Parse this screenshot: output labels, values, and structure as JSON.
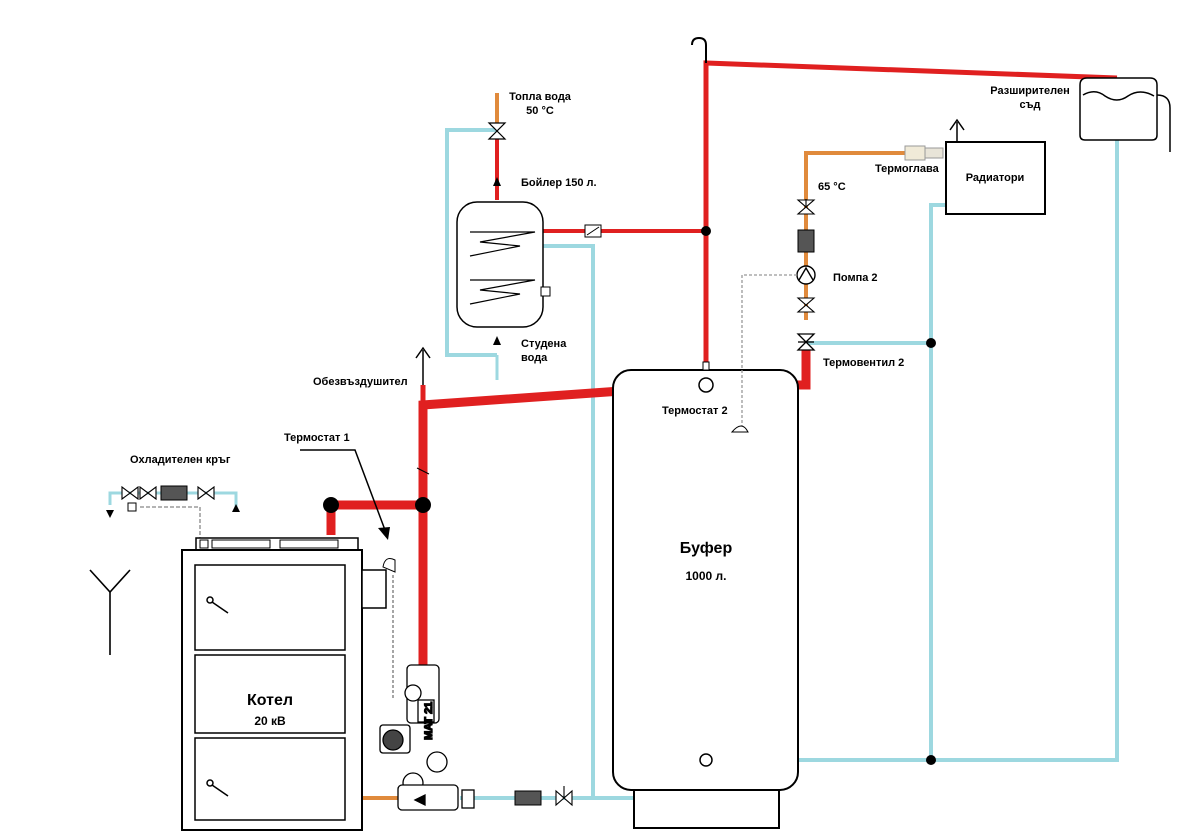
{
  "labels": {
    "hot_water": "Топла вода",
    "hot_water_temp": "50 °C",
    "boiler": "Бойлер 150 л.",
    "cold_water_1": "Студена",
    "cold_water_2": "вода",
    "air_vent": "Обезвъздушител",
    "thermostat1": "Термостат 1",
    "cooling_circuit": "Охладителен кръг",
    "thermostat2": "Термостат 2",
    "buffer": "Буфер",
    "buffer_volume": "1000 л.",
    "boiler_unit": "Котел",
    "boiler_power": "20 кВ",
    "expansion_1": "Разширителен",
    "expansion_2": "съд",
    "thermo_head": "Термоглава",
    "radiators": "Радиатори",
    "temp_65": "65 °C",
    "pump2": "Помпа 2",
    "thermovalve2": "Термовентил 2",
    "valve_mark": "MAT 21"
  },
  "colors": {
    "hot_pipe": "#e02020",
    "return_pipe": "#9dd8e0",
    "radiator_pipe": "#e08a3c",
    "outline": "#000000"
  }
}
